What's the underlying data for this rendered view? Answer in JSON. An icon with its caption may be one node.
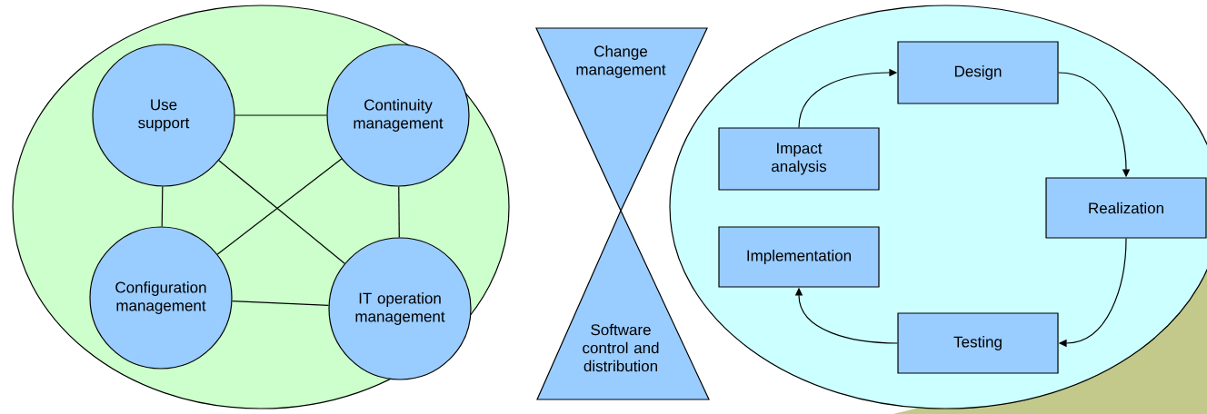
{
  "diagram": {
    "nodes": [
      {
        "text": [],
        "shape": "ellipse"
      },
      {
        "text": [
          "Use support"
        ],
        "in": 0
      },
      {
        "text": [
          "Continuity management"
        ],
        "in": 0
      },
      {
        "text": [
          "Configuration management"
        ],
        "in": 0
      },
      {
        "text": [
          "IT operation management"
        ],
        "in": 0
      },
      {
        "text": [
          "Change management"
        ]
      },
      {
        "text": [
          "Software control and distribution"
        ]
      },
      {
        "text": [],
        "shape": "ellipse"
      },
      {
        "text": [
          "Design"
        ],
        "in": 7
      },
      {
        "text": [
          "Impact analysis"
        ],
        "in": 7
      },
      {
        "text": [
          "Realization"
        ],
        "in": 7
      },
      {
        "text": [
          "Implementation"
        ],
        "in": 7
      },
      {
        "text": [
          "Testing"
        ],
        "in": 7
      }
    ],
    "edges": [
      {
        "from": 1,
        "to": 2,
        "arrow": "none"
      },
      {
        "from": 1,
        "to": 3,
        "arrow": "none"
      },
      {
        "from": 1,
        "to": 4,
        "arrow": "none"
      },
      {
        "from": 2,
        "to": 3,
        "arrow": "none"
      },
      {
        "from": 2,
        "to": 4,
        "arrow": "none"
      },
      {
        "from": 3,
        "to": 4,
        "arrow": "none"
      },
      {
        "from": 9,
        "to": 8,
        "arrow": "to"
      },
      {
        "from": 8,
        "to": 10,
        "arrow": "to"
      },
      {
        "from": 10,
        "to": 12,
        "arrow": "to"
      },
      {
        "from": 12,
        "to": 11,
        "arrow": "to"
      }
    ]
  }
}
